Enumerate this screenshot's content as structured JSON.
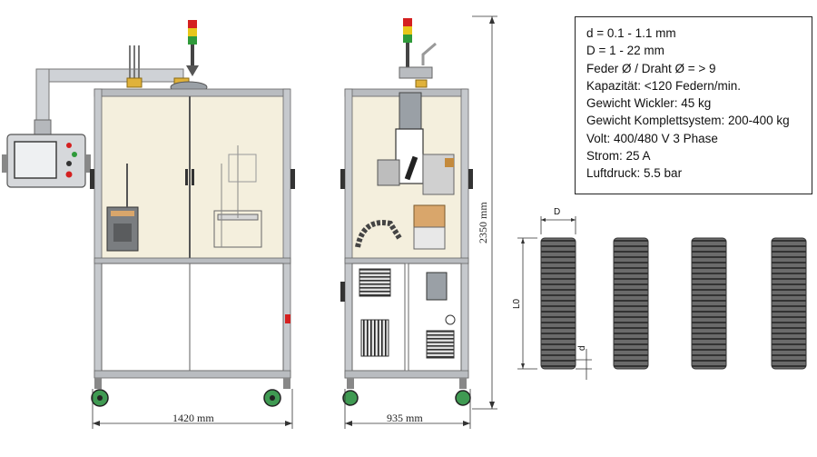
{
  "specs": [
    "d = 0.1 - 1.1 mm",
    "D = 1 - 22 mm",
    "Feder Ø / Draht Ø = > 9",
    "Kapazität: <120 Federn/min.",
    "Gewicht Wickler: 45 kg",
    "Gewicht Komplettsystem: 200-400 kg",
    "Volt: 400/480 V 3 Phase",
    "Strom: 25 A",
    "Luftdruck: 5.5 bar"
  ],
  "dimensions": {
    "front_width": "1420 mm",
    "side_width": "935 mm",
    "height": "2350 mm"
  },
  "spring_labels": {
    "outer_diameter": "D",
    "free_length": "L0",
    "wire_diameter": "d"
  },
  "colors": {
    "frame": "#b9bcc0",
    "panel": "#f2ecd9",
    "signal_red": "#d42020",
    "signal_yellow": "#e8c61a",
    "signal_green": "#2f9a3a",
    "wheel": "#3f9a52"
  }
}
